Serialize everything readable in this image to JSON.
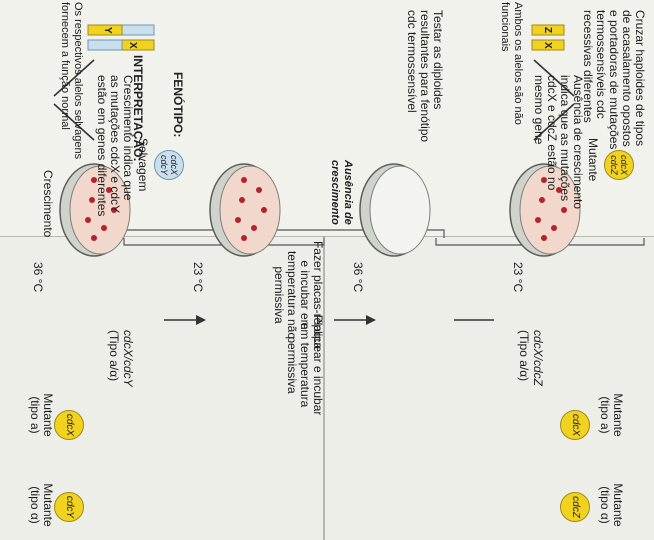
{
  "left_text": {
    "cross": [
      "Cruzar haploides de tipos",
      "de acasalamento opostos",
      "e portadoras de mutações",
      "termossensíveis cdc",
      "recessivas diferentes"
    ],
    "test": [
      "Testar as diploides",
      "resultantes para fenótipo",
      "cdc termossensível"
    ],
    "phenotype": "FENÓTIPO:",
    "interpretation": "INTERPRETAÇÃO:"
  },
  "exp1": {
    "mutant_label": "Mutante",
    "mating_a": "(tipo a)",
    "mating_alpha": "(tipo α)",
    "cell_a": "cdcX",
    "cell_b": "cdcY",
    "diploid": "cdcX/cdcY",
    "diploid_type": "(Tipo a/α)",
    "temp_low": "23 °C",
    "temp_high": "36 °C",
    "growth": "Crescimento",
    "phenotype_cell_top": "cdcX",
    "phenotype_cell_bottom": "cdcY",
    "phenotype_word": "Selvagem",
    "interpretation": [
      "Crescimento indica que",
      "as mutações cdcX e cdcY",
      "estão em genes diferentes"
    ],
    "chrom_label_1": "Y",
    "chrom_label_2": "X",
    "bottom_note": [
      "Os respectivos alelos selvagens",
      "fornecem a função normal"
    ]
  },
  "middle": {
    "plate_incubate": [
      "Plaquear e incubar",
      "em temperatura",
      "permissiva"
    ],
    "replica": [
      "Fazer placas-réplica",
      "e incubar em",
      "temperatura não",
      "permissiva"
    ]
  },
  "exp2": {
    "mutant_label": "Mutante",
    "mating_a": "(tipo a)",
    "mating_alpha": "(tipo α)",
    "cell_a": "cdcX",
    "cell_b": "cdcZ",
    "diploid": "cdcX/cdcZ",
    "diploid_type": "(Tipo a/α)",
    "temp_low": "23 °C",
    "temp_high": "36 °C",
    "no_growth": [
      "Ausência de",
      "crescimento"
    ],
    "phenotype_cell_top": "cdcX",
    "phenotype_cell_bottom": "cdcZ",
    "phenotype_word": "Mutante",
    "interpretation": [
      "Ausência de crescimento",
      "indica que as mutações",
      "cdcX e cdcZ estão no",
      "mesmo gene"
    ],
    "chrom_label_1": "Z",
    "chrom_label_2": "X",
    "bottom_note": [
      "Ambos os alelos são não",
      "funcionais"
    ]
  },
  "colors": {
    "yellow": "#f0d21f",
    "blue": "#c9dfee",
    "dot_red": "#b5222a",
    "plate_pink": "#f1d7cc"
  }
}
